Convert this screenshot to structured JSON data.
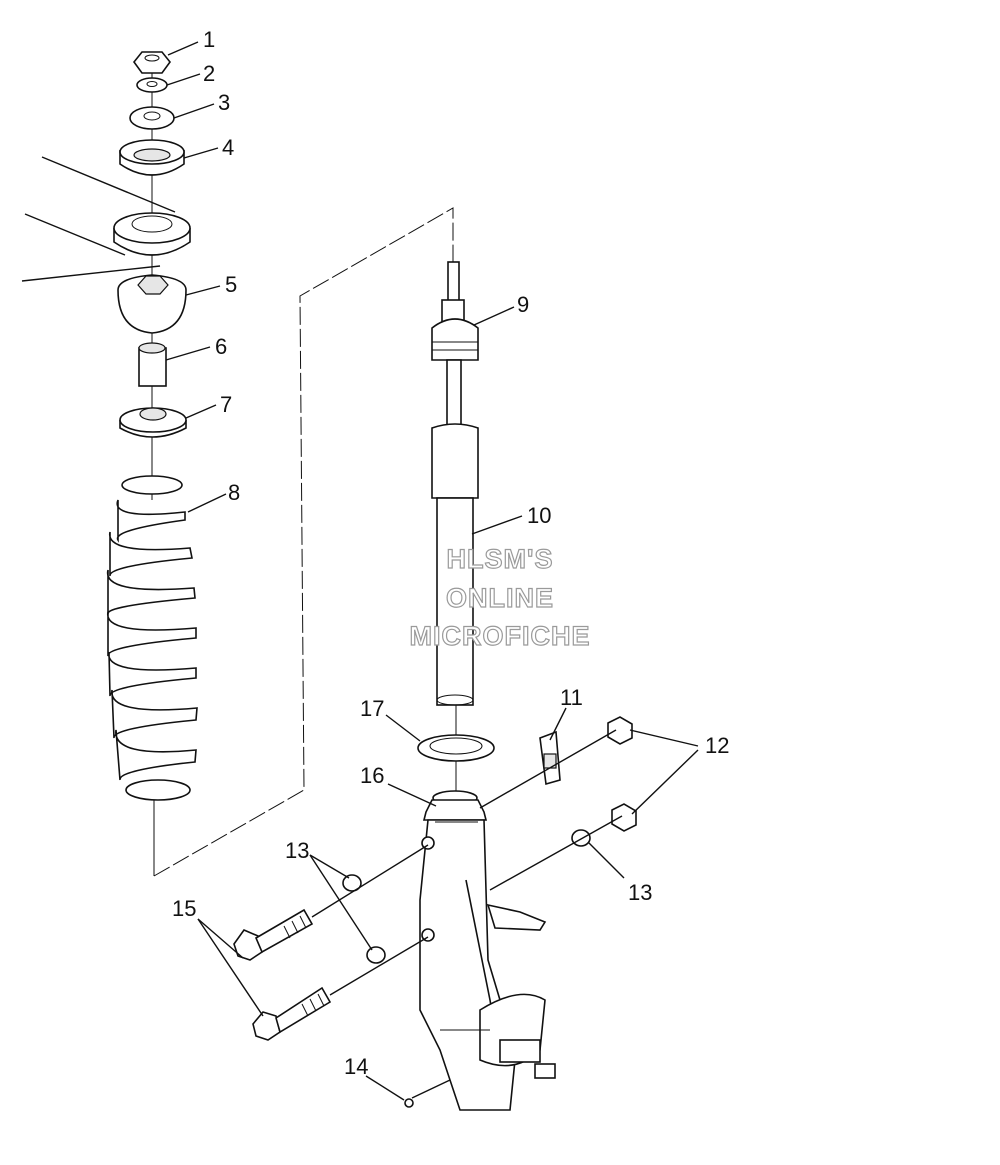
{
  "watermark": {
    "line1": "HLSM'S",
    "line2": "ONLINE",
    "line3": "MICROFICHE"
  },
  "callouts": [
    "1",
    "2",
    "3",
    "4",
    "5",
    "6",
    "7",
    "8",
    "9",
    "10",
    "11",
    "12",
    "13",
    "14",
    "15",
    "16",
    "17"
  ],
  "callout_13_second": "13"
}
